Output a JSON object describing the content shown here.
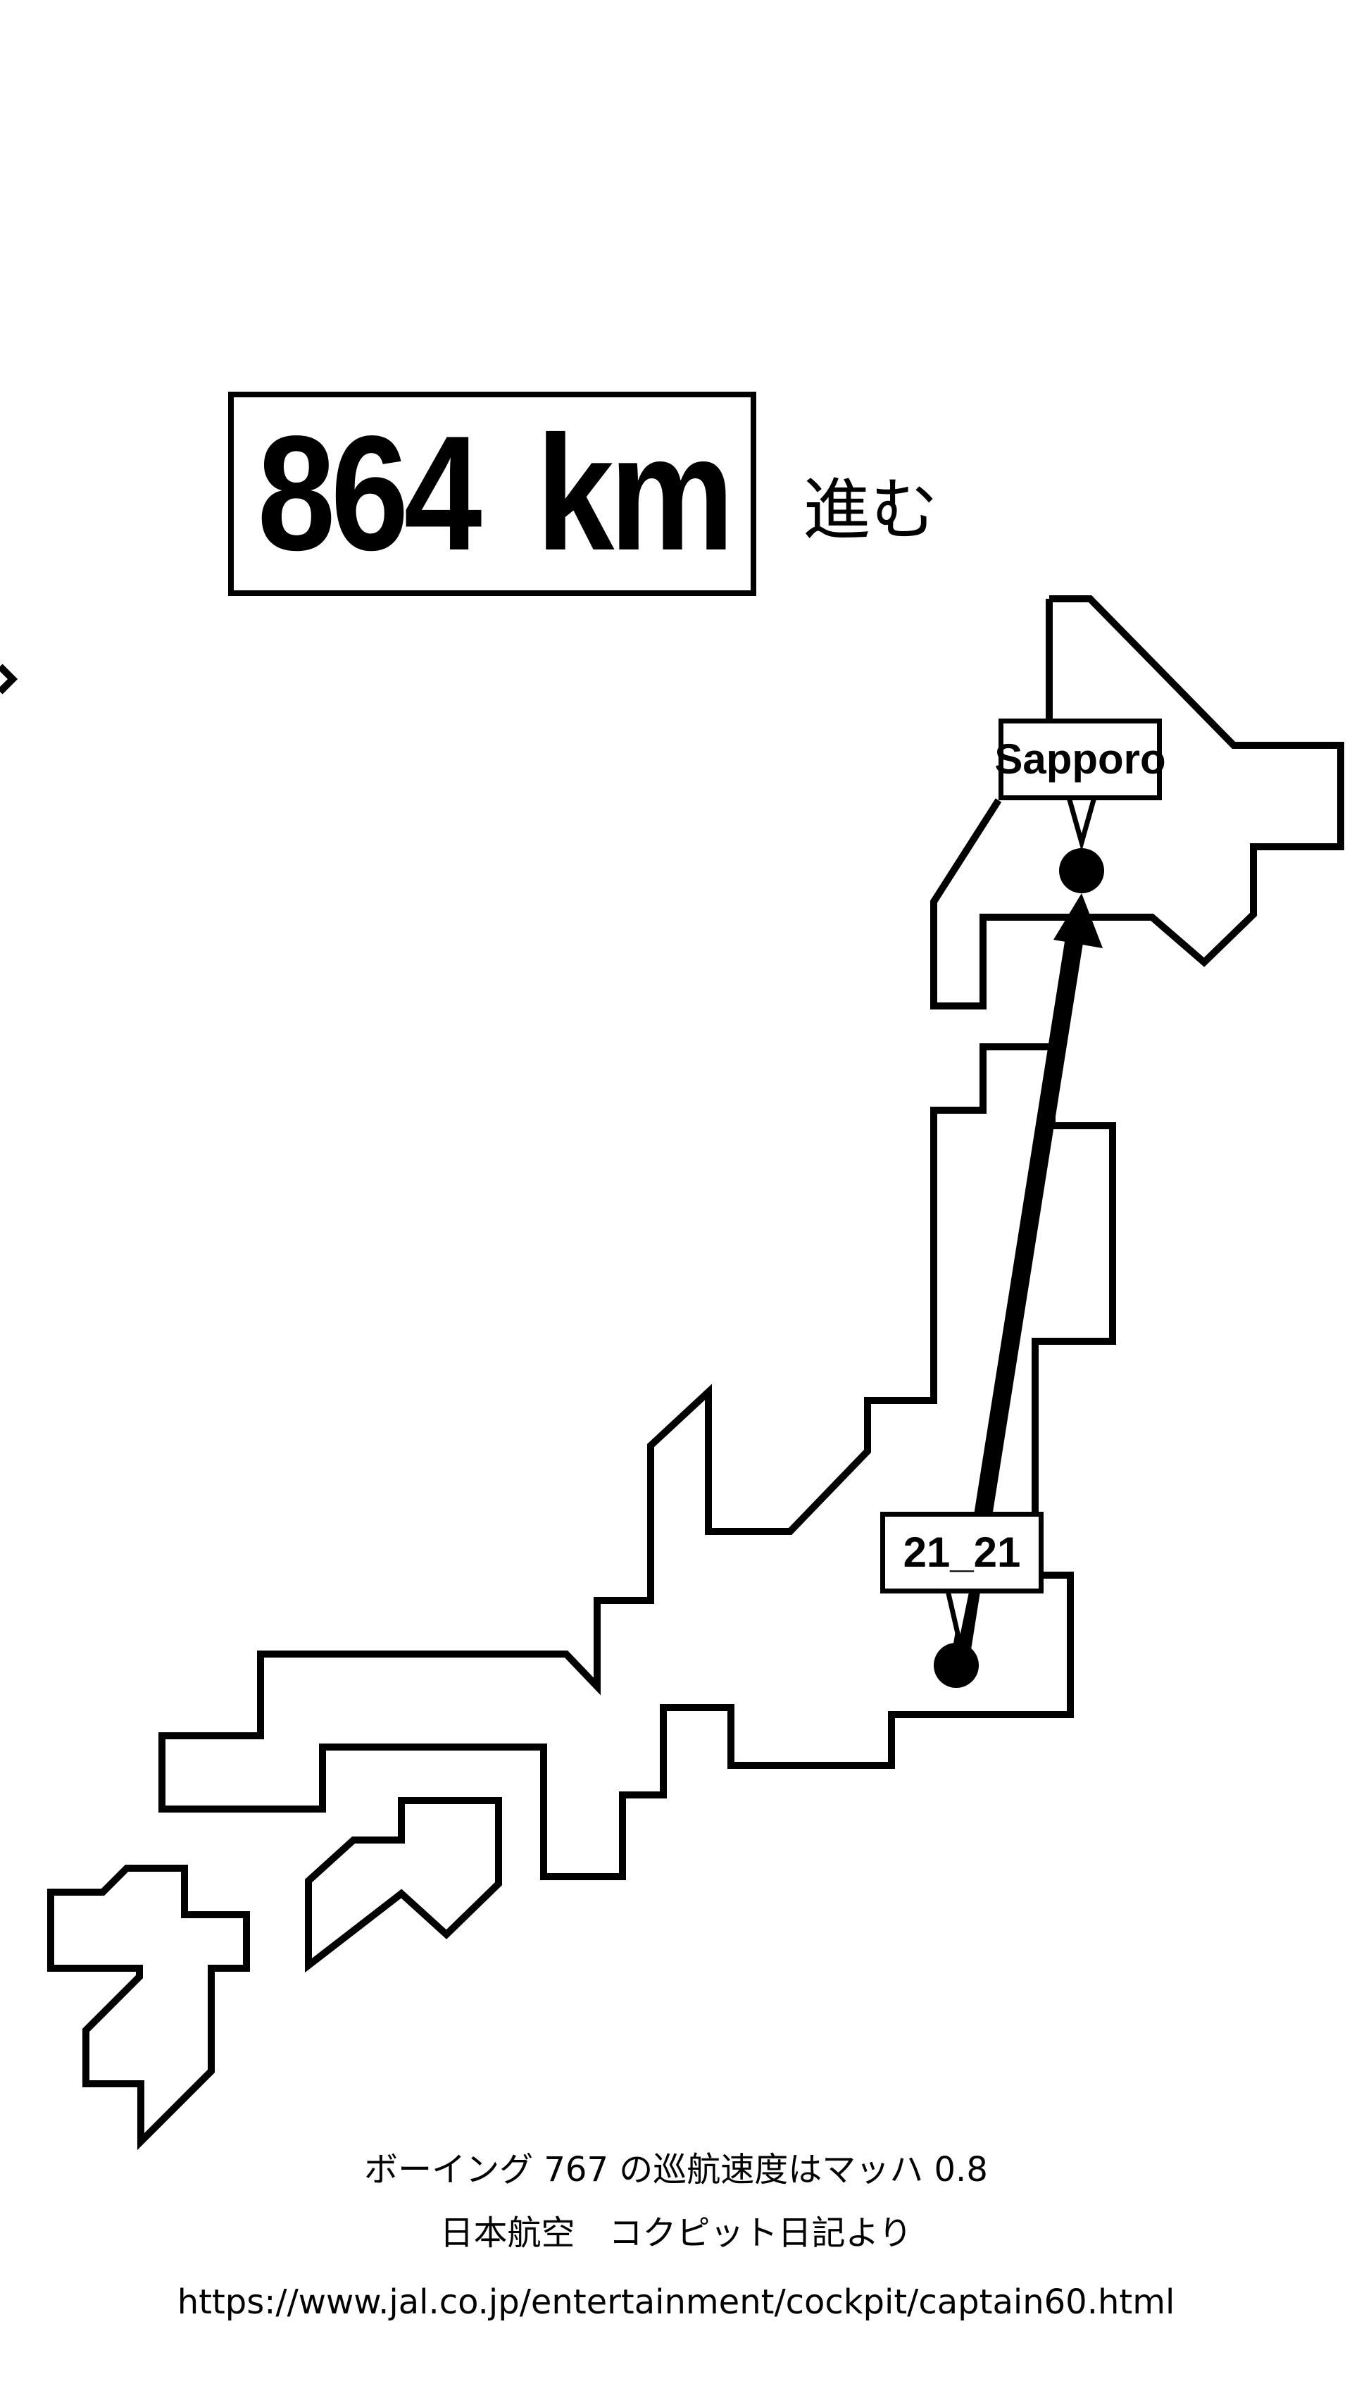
{
  "distance": {
    "value": "864",
    "unit": "km",
    "suffix": "進む"
  },
  "markers": {
    "destination_label": "Sapporo",
    "origin_label": "21_21"
  },
  "caption": {
    "line1": "ボーイング 767 の巡航速度はマッハ 0.8",
    "line2": "日本航空　コクピット日記より",
    "line3": "https://www.jal.co.jp/entertainment/cockpit/captain60.html"
  },
  "colors": {
    "ink": "#000000",
    "background": "#ffffff"
  }
}
